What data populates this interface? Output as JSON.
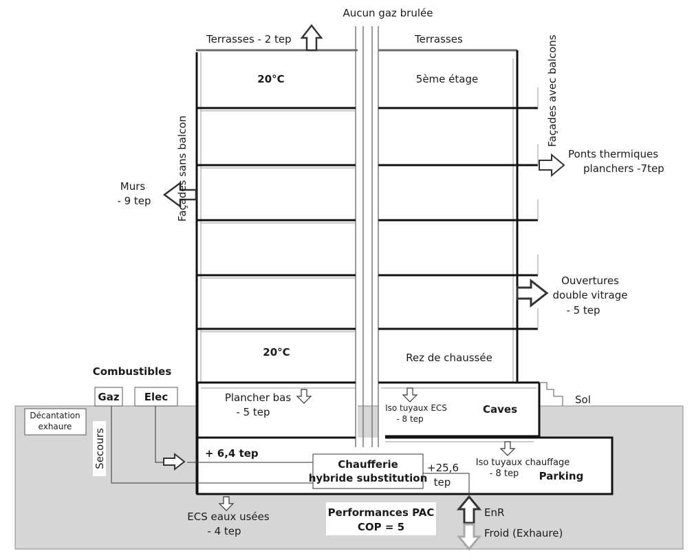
{
  "labels": {
    "top_title": "Aucun gaz brulée",
    "terrasses_left": "Terrasses - 2 tep",
    "terrasses_right": "Terrasses",
    "facades_left": "Façades sans balcon",
    "facades_right": "Façades avec balcons",
    "temp_top": "20°C",
    "floor_top": "5ème étage",
    "temp_ground": "20°C",
    "floor_ground": "Rez de chaussée",
    "murs_line1": "Murs",
    "murs_line2": "- 9 tep",
    "ponts_line1": "Ponts thermiques",
    "ponts_line2": "planchers -7tep",
    "ouvertures_line1": "Ouvertures",
    "ouvertures_line2": "double vitrage",
    "ouvertures_line3": "- 5 tep",
    "combustibles": "Combustibles",
    "gaz": "Gaz",
    "elec": "Elec",
    "decantation_line1": "Décantation",
    "decantation_line2": "exhaure",
    "secours": "Secours",
    "plancher_bas_line1": "Plancher bas",
    "plancher_bas_line2": "- 5 tep",
    "iso_ecs_line1": "Iso tuyaux ECS",
    "iso_ecs_line2": "- 8 tep",
    "caves": "Caves",
    "sol": "Sol",
    "plus_64": "+ 6,4 tep",
    "chaufferie_line1": "Chaufferie",
    "chaufferie_line2": "hybride substitution",
    "plus_256_line1": "+25,6",
    "plus_256_line2": "tep",
    "iso_chauffage_line1": "Iso tuyaux chauffage",
    "iso_chauffage_line2": "- 8 tep",
    "parking": "Parking",
    "ecs_line1": "ECS eaux usées",
    "ecs_line2": "- 4 tep",
    "perf_line1": "Performances PAC",
    "perf_line2": "COP = 5",
    "enr": "EnR",
    "froid": "Froid (Exhaure)"
  }
}
